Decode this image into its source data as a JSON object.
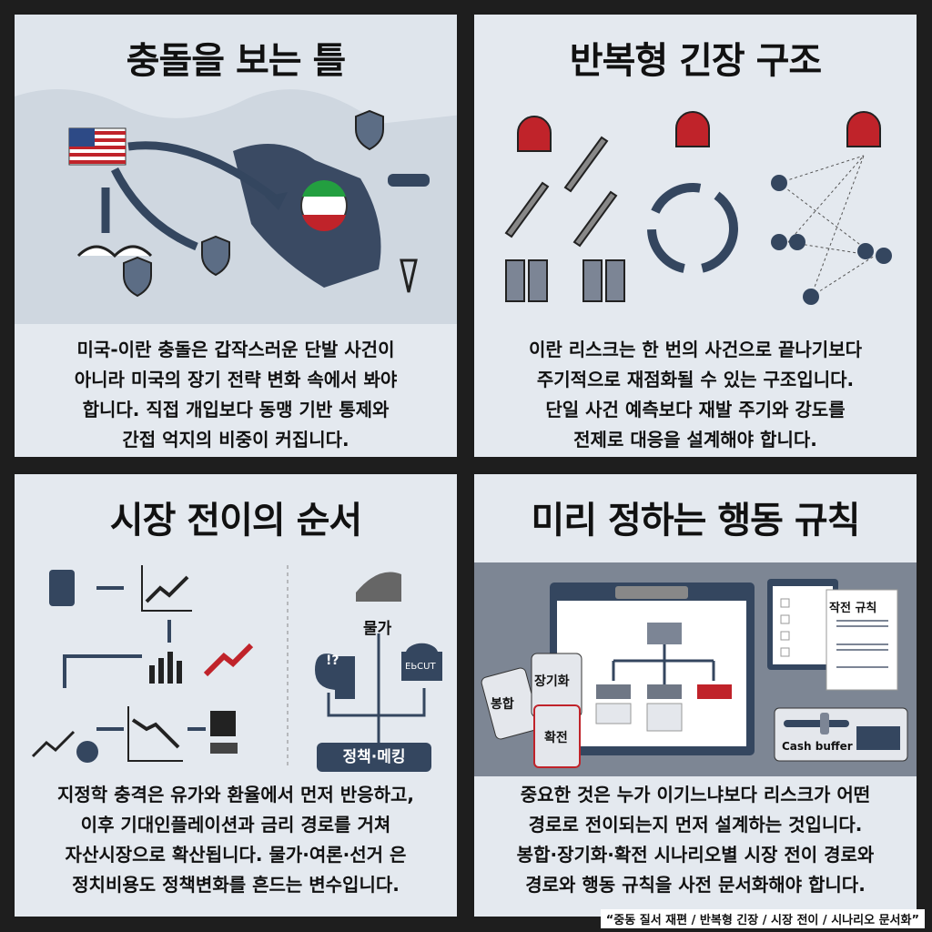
{
  "panels": [
    {
      "title": "충돌을 보는 틀",
      "body": [
        "미국-이란 충돌은 갑작스러운 단발 사건이",
        "아니라 미국의 장기 전략 변화 속에서 봐야",
        "합니다. 직접 개입보다 동맹 기반 통제와",
        "간접 억지의 비중이 커집니다."
      ]
    },
    {
      "title": "반복형 긴장 구조",
      "body": [
        "이란 리스크는 한 번의 사건으로 끝나기보다",
        "주기적으로 재점화될 수 있는 구조입니다.",
        "단일 사건 예측보다 재발 주기와 강도를",
        "전제로 대응을 설계해야 합니다."
      ]
    },
    {
      "title": "시장 전이의 순서",
      "body": [
        "지정학 충격은 유가와 환율에서 먼저 반응하고,",
        "이후 기대인플레이션과 금리 경로를 거쳐",
        "자산시장으로 확산됩니다. 물가·여론·선거 은",
        "정치비용도 정책변화를 흔드는 변수입니다."
      ],
      "labels": {
        "price": "물가",
        "policy": "정책·메킹",
        "building_sign": "ЕЬCUT",
        "head_mark": "!?"
      }
    },
    {
      "title": "미리 정하는 행동 규칙",
      "body": [
        "중요한 것은 누가 이기느냐보다 리스크가 어떤",
        "경로로 전이되는지 먼저 설계하는 것입니다.",
        "봉합·장기화·확전 시나리오별 시장 전이 경로와",
        "경로와 행동 규칙을 사전 문서화해야 합니다."
      ],
      "labels": {
        "card1": "봉합",
        "card2": "장기화",
        "card3": "확전",
        "rules": "작전 규칙",
        "cash": "Cash buffer"
      }
    }
  ],
  "footer": "“중동 질서 재편 / 반복형 긴장 / 시장 전이 / 시나리오 문서화”",
  "colors": {
    "navy": "#34465f",
    "red": "#c0232a",
    "bg": "#e4e9ef"
  }
}
